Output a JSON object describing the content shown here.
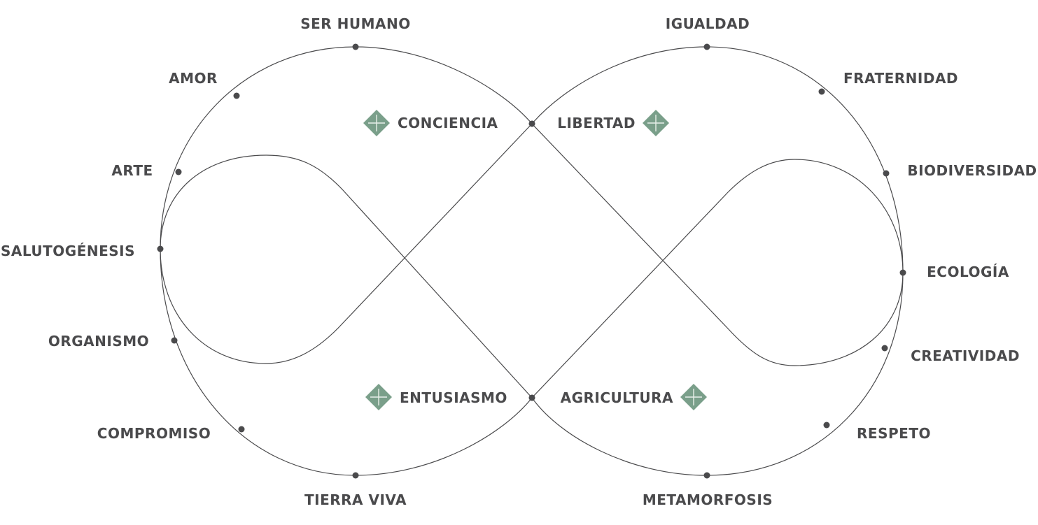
{
  "colors": {
    "line": "#4a4a4c",
    "accent": "#7a9f8a"
  },
  "outer_labels": {
    "ser_humano": "SER HUMANO",
    "amor": "AMOR",
    "arte": "ARTE",
    "salutogenesis": "SALUTOGÉNESIS",
    "organismo": "ORGANISMO",
    "compromiso": "COMPROMISO",
    "tierra_viva": "TIERRA VIVA",
    "igualdad": "IGUALDAD",
    "fraternidad": "FRATERNIDAD",
    "biodiversidad": "BIODIVERSIDAD",
    "ecologia": "ECOLOGÍA",
    "creatividad": "CREATIVIDAD",
    "respeto": "RESPETO",
    "metamorfosis": "METAMORFOSIS"
  },
  "inner_labels": {
    "conciencia": "CONCIENCIA",
    "libertad": "LIBERTAD",
    "entusiasmo": "ENTUSIASMO",
    "agricultura": "AGRICULTURA"
  }
}
